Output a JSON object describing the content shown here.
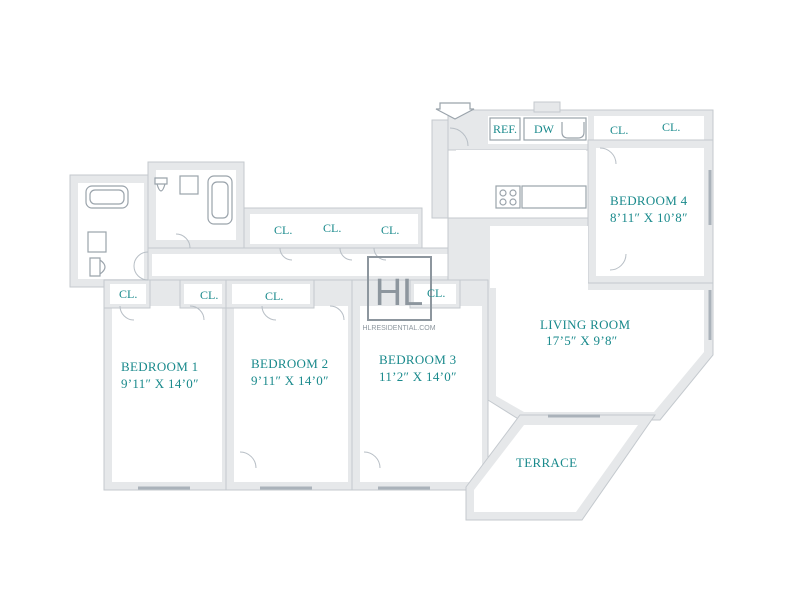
{
  "rooms": {
    "bedroom1": {
      "name": "BEDROOM 1",
      "dim": "9’11″ X 14’0″"
    },
    "bedroom2": {
      "name": "BEDROOM 2",
      "dim": "9’11″ X 14’0″"
    },
    "bedroom3": {
      "name": "BEDROOM 3",
      "dim": "11’2″ X 14’0″"
    },
    "bedroom4": {
      "name": "BEDROOM 4",
      "dim": "8’11″ X 10’8″"
    },
    "living": {
      "name": "LIVING ROOM",
      "dim": "17’5″ X 9’8″"
    },
    "terrace": {
      "name": "TERRACE"
    }
  },
  "labels": {
    "closet": "CL.",
    "ref": "REF.",
    "dw": "DW"
  },
  "logo": {
    "mark": "HL",
    "site": "HLRESIDENTIAL.COM"
  },
  "colors": {
    "label": "#1a8a8c",
    "wall": "#e6e8ea"
  }
}
